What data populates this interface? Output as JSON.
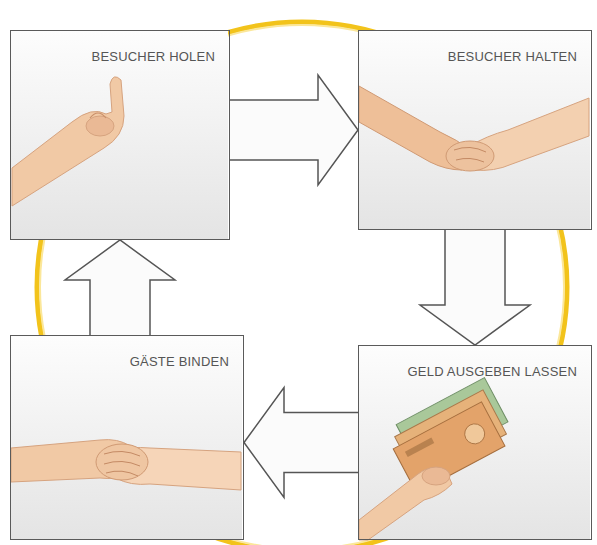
{
  "diagram": {
    "nodes": [
      {
        "text": [
          "BESUCHER HOLEN"
        ]
      },
      {
        "text": [
          "BESUCHER HALTEN"
        ]
      },
      {
        "text": [
          "GELD AUSGEBEN LASSEN"
        ]
      },
      {
        "text": [
          "GÄSTE BINDEN"
        ]
      }
    ],
    "edges": [
      {
        "from": 0,
        "to": 1,
        "arrow": "to"
      },
      {
        "from": 1,
        "to": 2,
        "arrow": "to"
      },
      {
        "from": 2,
        "to": 3,
        "arrow": "to"
      },
      {
        "from": 3,
        "to": 0,
        "arrow": "to"
      }
    ]
  }
}
